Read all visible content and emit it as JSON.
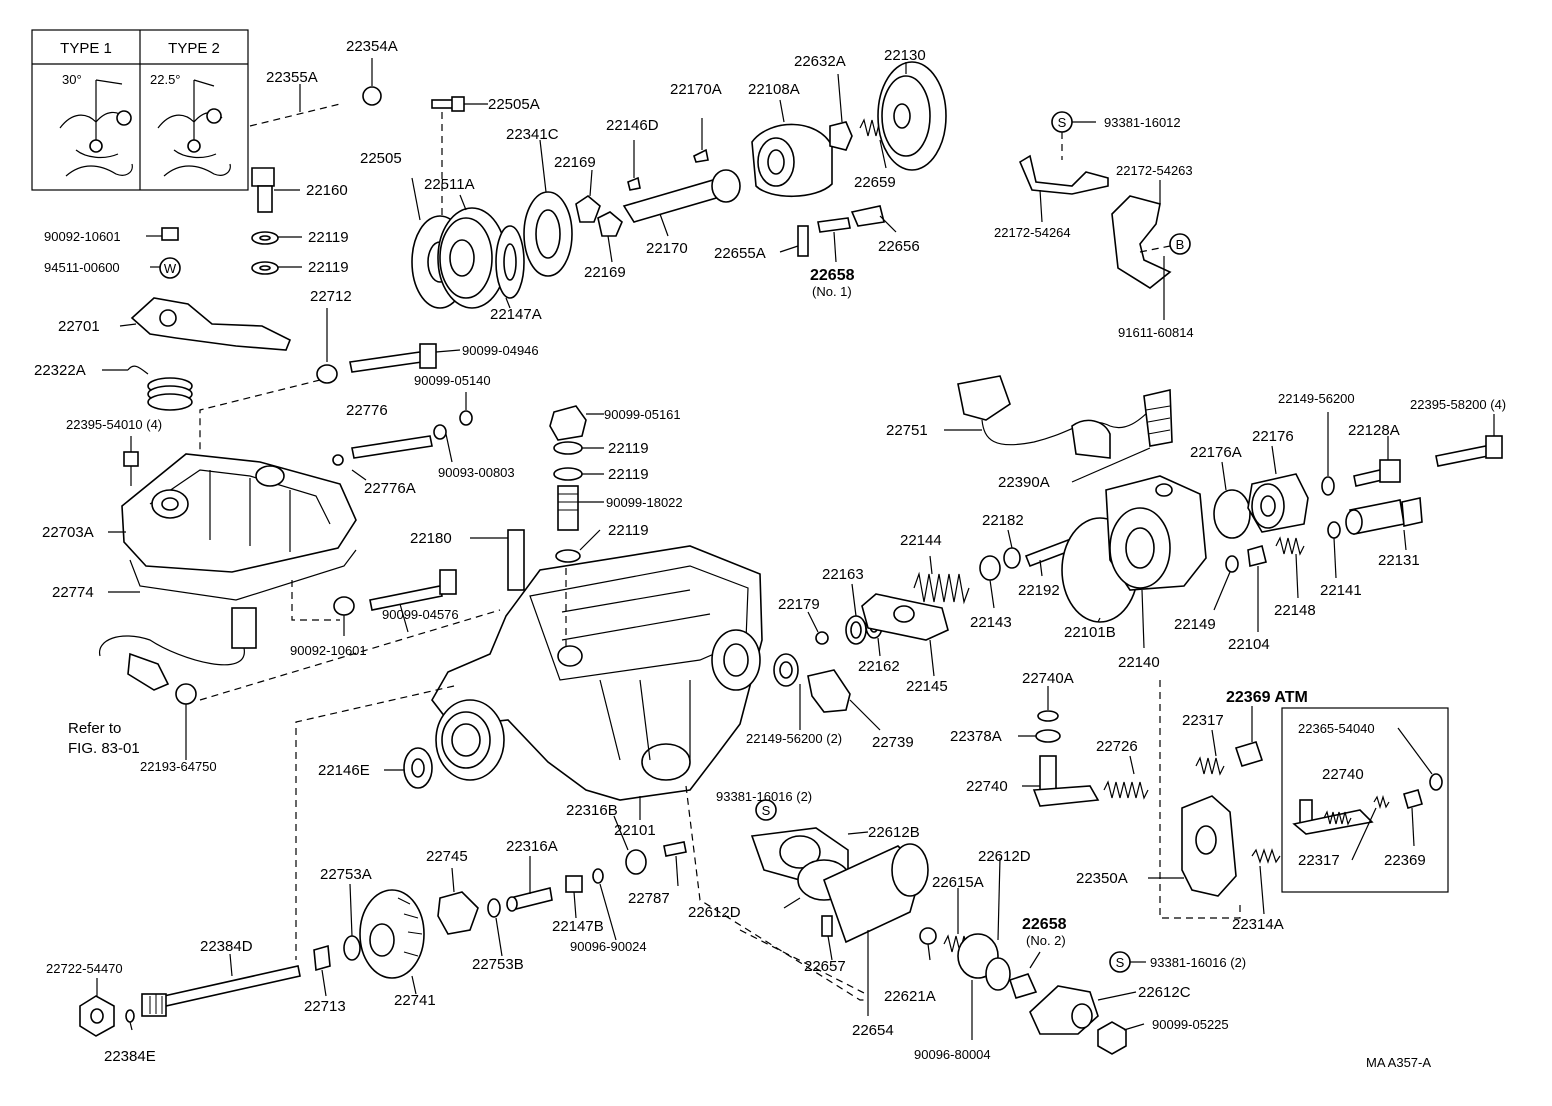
{
  "inset": {
    "type1": "TYPE 1",
    "type2": "TYPE 2",
    "angle1": "30°",
    "angle2": "22.5°"
  },
  "refer_note": [
    "Refer to",
    "FIG. 83-01"
  ],
  "atm_title": "22369 ATM",
  "figure_code": "MA  A357-A",
  "symbols": {
    "s": "S",
    "w": "W",
    "b": "B"
  },
  "labels": [
    "22354A",
    "22355A",
    "22505A",
    "22170A",
    "22108A",
    "22632A",
    "22130",
    "22146D",
    "22341C",
    "22169",
    "22505",
    "22511A",
    "22160",
    "22119",
    "22119",
    "90092-10601",
    "94511-00600",
    "22170",
    "22169",
    "22147A",
    "22659",
    "22655A",
    "22656",
    "22658",
    "(No. 1)",
    "93381-16012",
    "22172-54263",
    "22172-54264",
    "91611-60814",
    "22701",
    "22712",
    "90099-04946",
    "22322A",
    "90099-05140",
    "22395-54010 (4)",
    "22776",
    "22776A",
    "90093-00803",
    "90099-05161",
    "22119",
    "22119",
    "90099-18022",
    "22119",
    "22180",
    "22703A",
    "22774",
    "90099-04576",
    "90092-10601",
    "22193-64750",
    "22751",
    "22390A",
    "22149-56200",
    "22395-58200 (4)",
    "22176",
    "22176A",
    "22128A",
    "22144",
    "22182",
    "22163",
    "22192",
    "22179",
    "22143",
    "22101B",
    "22162",
    "22145",
    "22140",
    "22149",
    "22104",
    "22148",
    "22141",
    "22131",
    "22149-56200 (2)",
    "22739",
    "22740A",
    "22378A",
    "22726",
    "22317",
    "22740",
    "22146E",
    "93381-16016 (2)",
    "22316B",
    "22101",
    "22365-54040",
    "22740",
    "22317",
    "22369",
    "22350A",
    "22314A",
    "22612B",
    "22316A",
    "22745",
    "22753A",
    "22147B",
    "22787",
    "22612D",
    "22612D",
    "22615A",
    "90096-90024",
    "22753B",
    "22657",
    "22658",
    "(No. 2)",
    "22384D",
    "22621A",
    "93381-16016 (2)",
    "22612C",
    "22722-54470",
    "22713",
    "22741",
    "22654",
    "90099-05225",
    "22384E",
    "90096-80004"
  ]
}
